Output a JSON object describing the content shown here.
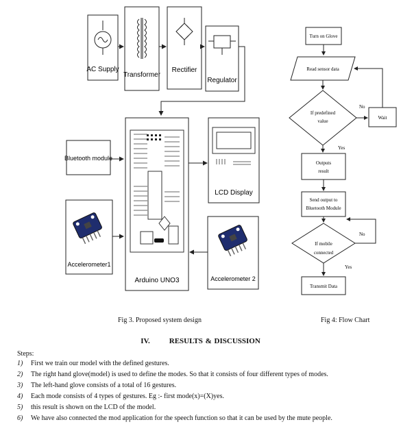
{
  "system_diagram": {
    "ac_supply": "AC Supply",
    "transformer": "Transformer",
    "rectifier": "Rectifier",
    "regulator": "Regulator",
    "bluetooth_module": "Bluetooth module",
    "lcd_display": "LCD Display",
    "accelerometer1": "Accelerometer1",
    "arduino": "Arduino UNO3",
    "accelerometer2": "Accelerometer 2"
  },
  "flow_chart": {
    "turn_on": "Turn on Glove",
    "read_sensor": "Read sensor data",
    "if_predefined_1": "If predefined",
    "if_predefined_2": "value",
    "no_1": "No",
    "wait": "Wait",
    "yes_1": "Yes",
    "outputs_1": "Outputs",
    "outputs_2": "result",
    "send_1": "Send output to",
    "send_2": "Bluetooth Module",
    "if_mobile_1": "If mobile",
    "if_mobile_2": "connected",
    "no_2": "No",
    "yes_2": "Yes",
    "transmit": "Transmit Data"
  },
  "captions": {
    "fig3": "Fig 3.  Proposed system design",
    "fig4": "Fig 4: Flow Chart"
  },
  "section": {
    "number": "IV.",
    "title": "RESULTS & DISCUSSION"
  },
  "steps_label": "Steps:",
  "steps": [
    {
      "idx": "1)",
      "text": "First we train our model with the defined gestures."
    },
    {
      "idx": "2)",
      "text": "The right hand glove(model) is used to define the modes. So that it consists of four different types of modes."
    },
    {
      "idx": "3)",
      "text": "The left-hand glove consists of a total of 16 gestures."
    },
    {
      "idx": "4)",
      "text": "Each mode consists of 4 types of gestures. Eg  :- first mode(x)=(X)yes."
    },
    {
      "idx": "5)",
      "text": "this result is shown on the LCD of the model."
    },
    {
      "idx": "6)",
      "text": "We have also connected the mod application for the speech function so that it can be used by the mute people."
    }
  ]
}
